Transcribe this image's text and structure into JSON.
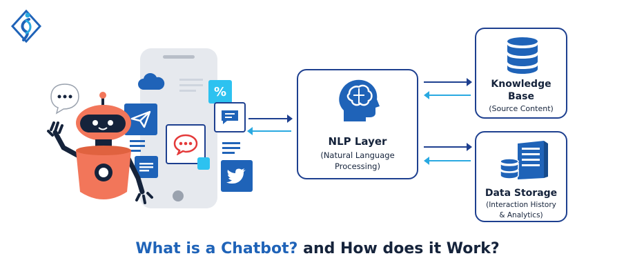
{
  "colors": {
    "accent_blue": "#1f63b8",
    "box_border": "#1d3f8f",
    "arrow_dark": "#1d3f8f",
    "arrow_light": "#29a9e1",
    "robot_orange": "#f2765a",
    "tile_blue": "#1f63b8",
    "tile_light": "#2dc2f0"
  },
  "logo": {
    "icon": "brand-logo-icon"
  },
  "illustration": {
    "robot_icon": "robot-icon",
    "speech_bubble_icon": "ellipsis-speech-bubble-icon",
    "phone_icon": "smartphone-icon",
    "app_icons": [
      "cloud-icon",
      "paper-plane-icon",
      "chat-bubble-icon",
      "message-icon",
      "percent-icon",
      "twitter-icon",
      "document-lines-icon"
    ]
  },
  "nlp": {
    "icon": "brain-head-icon",
    "title": "NLP Layer",
    "sub_line1": "(Natural Language",
    "sub_line2": "Processing)"
  },
  "knowledge": {
    "icon": "database-icon",
    "title_line1": "Knowledge",
    "title_line2": "Base",
    "sub": "(Source Content)"
  },
  "storage": {
    "icon": "server-storage-icon",
    "title": "Data Storage",
    "sub_line1": "(Interaction History",
    "sub_line2": "& Analytics)"
  },
  "headline": {
    "part1": "What is a Chatbot?",
    "part2": " and How does it Work?"
  }
}
